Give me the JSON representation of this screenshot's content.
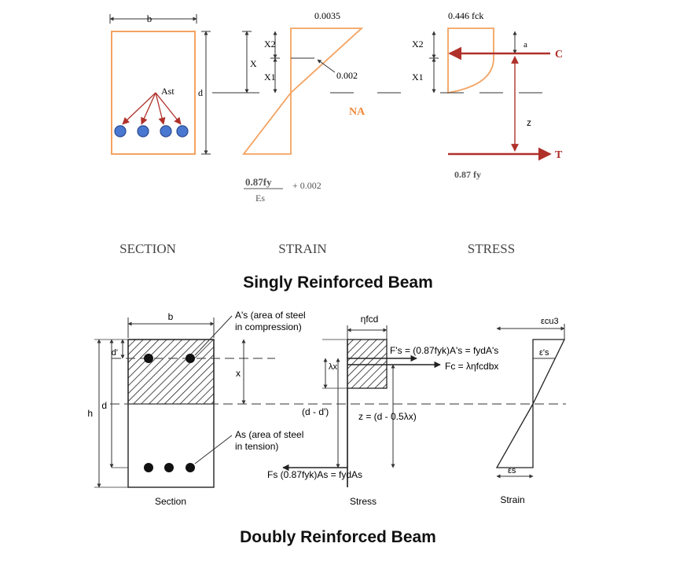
{
  "colors": {
    "orange": "#f4a361",
    "red": "#b0302a",
    "blue": "#4a78d0",
    "dark": "#333333",
    "black": "#111111"
  },
  "singly": {
    "title": "Singly Reinforced Beam",
    "section": {
      "label": "SECTION",
      "b": "b",
      "d": "d",
      "steel": "Ast"
    },
    "strain": {
      "label": "STRAIN",
      "top": "0.0035",
      "x": "X",
      "x1": "X1",
      "x2": "X2",
      "mid": "0.002",
      "na": "NA",
      "bottom_num": "0.87fy",
      "bottom_den": "Es",
      "bottom_plus": "+ 0.002"
    },
    "stress": {
      "label": "STRESS",
      "top": "0.446 fck",
      "x1": "X1",
      "x2": "X2",
      "a": "a",
      "c": "C",
      "z": "z",
      "t": "T",
      "bottom": "0.87 fy"
    }
  },
  "doubly": {
    "title": "Doubly Reinforced Beam",
    "section": {
      "label": "Section",
      "b": "b",
      "d_prime": "d'",
      "d": "d",
      "h": "h",
      "x": "x",
      "comp_steel_1": "A's (area of steel",
      "comp_steel_2": "in compression)",
      "tens_steel_1": "As (area of steel",
      "tens_steel_2": "in tension)"
    },
    "stress": {
      "label": "Stress",
      "top": "ηfcd",
      "lambda_x": "λx",
      "d_minus": "(d - d')",
      "z_eq": "z = (d - 0.5λx)",
      "fs_comp": "F's = (0.87fyk)A's = fydA's",
      "fc": "Fc = ληfcdbx",
      "fs_tens": "Fs (0.87fyk)As = fydAs"
    },
    "strain": {
      "label": "Strain",
      "top": "εcu3",
      "mid": "ε's",
      "bottom": "εs"
    }
  }
}
